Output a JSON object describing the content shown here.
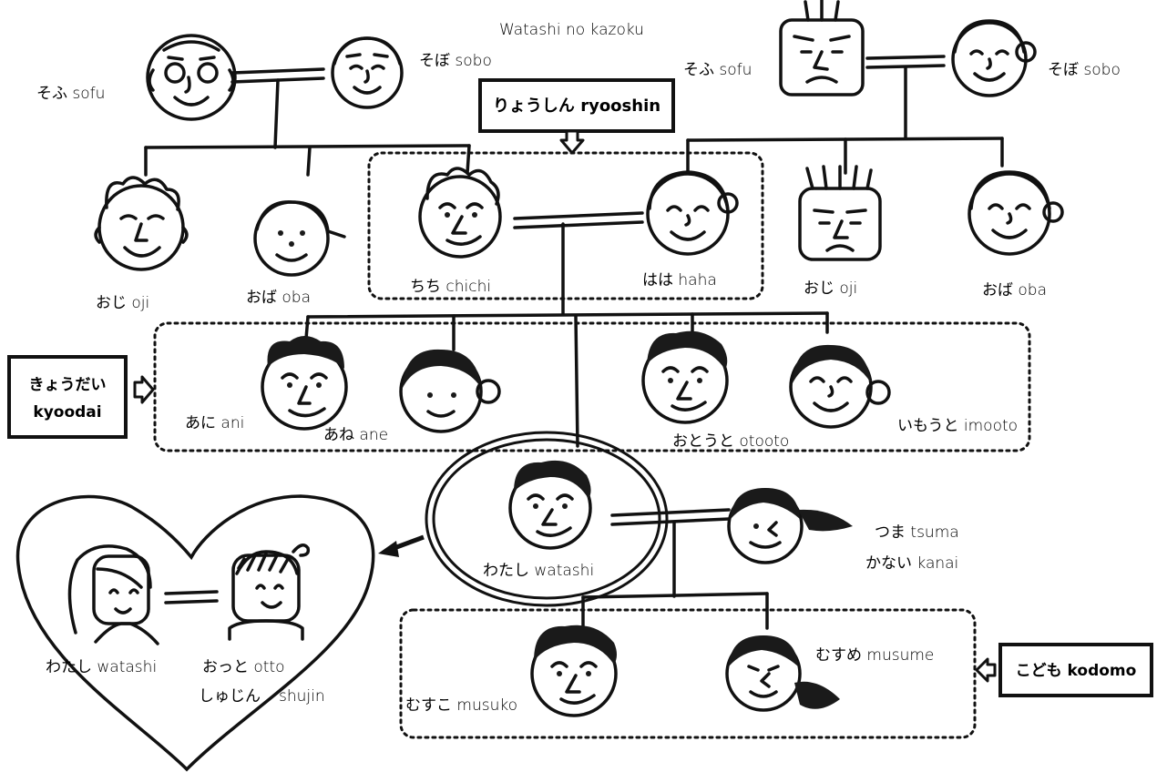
{
  "title": "Watashi no kazoku",
  "groups": {
    "ryooshin": "りょうしん ryooshin",
    "kyoodai_jp": "きょうだい",
    "kyoodai_en": "kyoodai",
    "kodomo": "こども kodomo"
  },
  "people": {
    "sofu_left": "そふ sofu",
    "sobo_left": "そぼ sobo",
    "sofu_right": "そふ sofu",
    "sobo_right": "そぼ sobo",
    "oji_left": "おじ oji",
    "oba_left": "おば oba",
    "chichi": "ちち chichi",
    "haha": "はは haha",
    "oji_right": "おじ oji",
    "oba_right": "おば oba",
    "ani": "あに ani",
    "ane": "あね ane",
    "otooto": "おとうと otooto",
    "imooto": "いもうと imooto",
    "watashi": "わたし watashi",
    "tsuma": "つま tsuma",
    "kanai": "かない kanai",
    "musuko": "むすこ musuko",
    "musume": "むすめ musume"
  },
  "heart": {
    "watashi": "わたし watashi",
    "otto": "おっと otto",
    "shujin_jp": "しゅじん",
    "shujin_en": "shujin"
  }
}
